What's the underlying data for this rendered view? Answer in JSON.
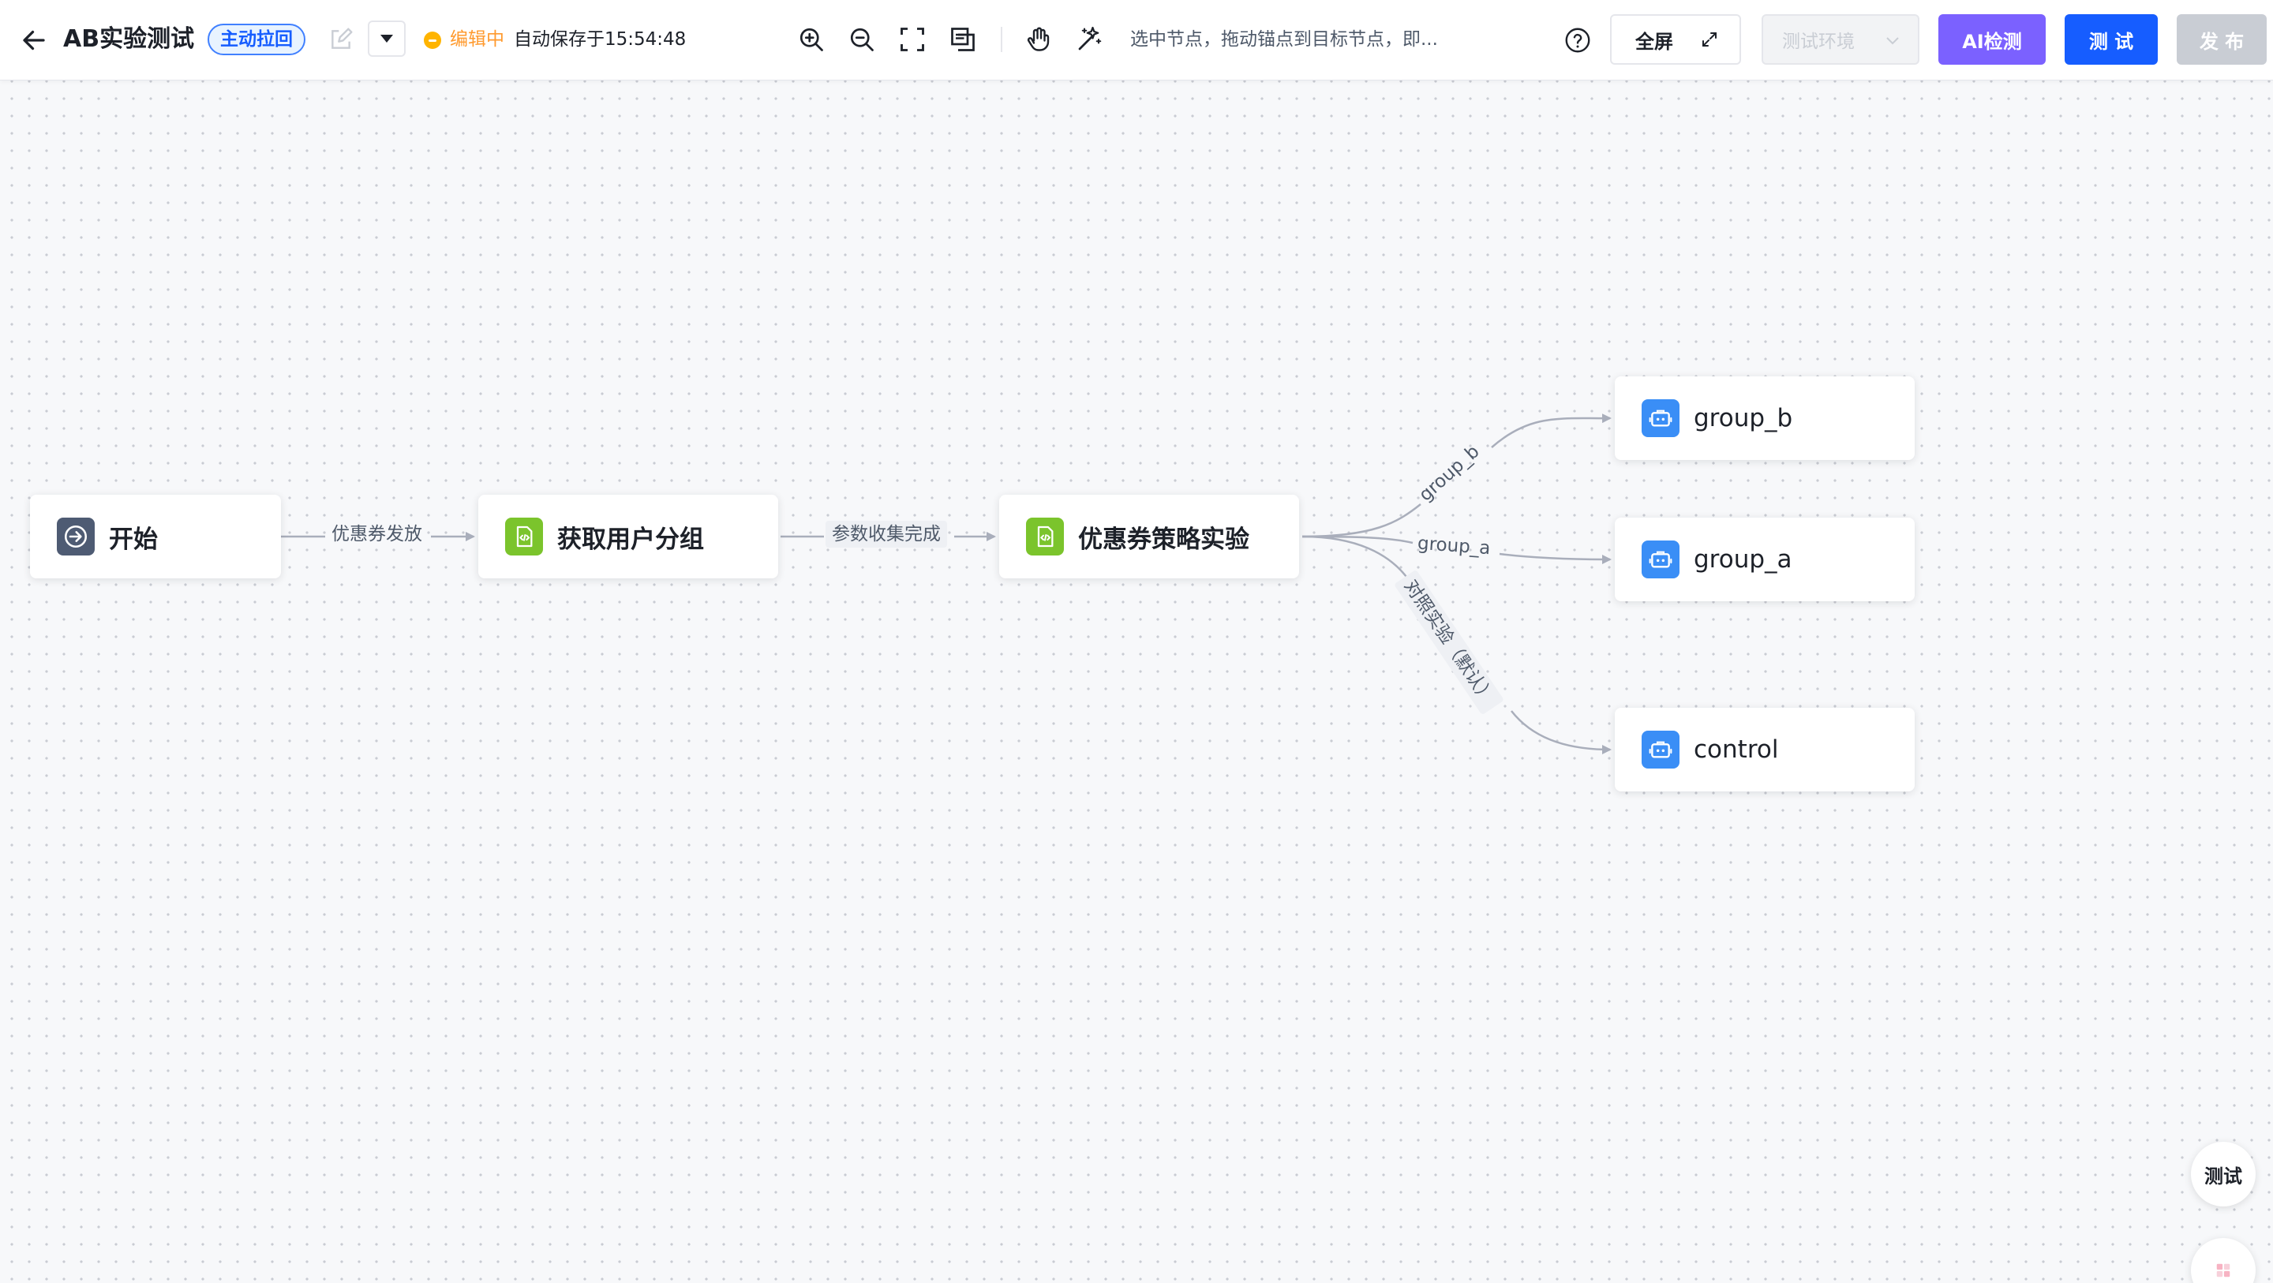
{
  "header": {
    "title": "AB实验测试",
    "tag": "主动拉回",
    "status": "编辑中",
    "autosave": "自动保存于15:54:48",
    "hint": "选中节点，拖动锚点到目标节点，即...",
    "fullscreen_label": "全屏",
    "env_placeholder": "测试环境",
    "ai_check_label": "AI检测",
    "test_label": "测 试",
    "publish_label": "发 布"
  },
  "toolbar_icons": [
    "zoom-in-icon",
    "zoom-out-icon",
    "fit-view-icon",
    "layout-icon",
    "hand-pan-icon",
    "magic-wand-icon"
  ],
  "nodes": {
    "start": "开始",
    "get_user_group": "获取用户分组",
    "coupon_experiment": "优惠券策略实验",
    "group_b": "group_b",
    "group_a": "group_a",
    "control": "control"
  },
  "edges": {
    "start_to_group": "优惠券发放",
    "group_to_experiment": "参数收集完成",
    "branch_b": "group_b",
    "branch_a": "group_a",
    "branch_control": "对照实验（默认）"
  },
  "floating": {
    "test_label": "测试"
  },
  "colors": {
    "primary": "#165dff",
    "ai": "#7b61ff",
    "status": "#ffb400",
    "code_node": "#7bc42c",
    "bot_node": "#3a8ef6",
    "edge": "#a9aebb"
  }
}
